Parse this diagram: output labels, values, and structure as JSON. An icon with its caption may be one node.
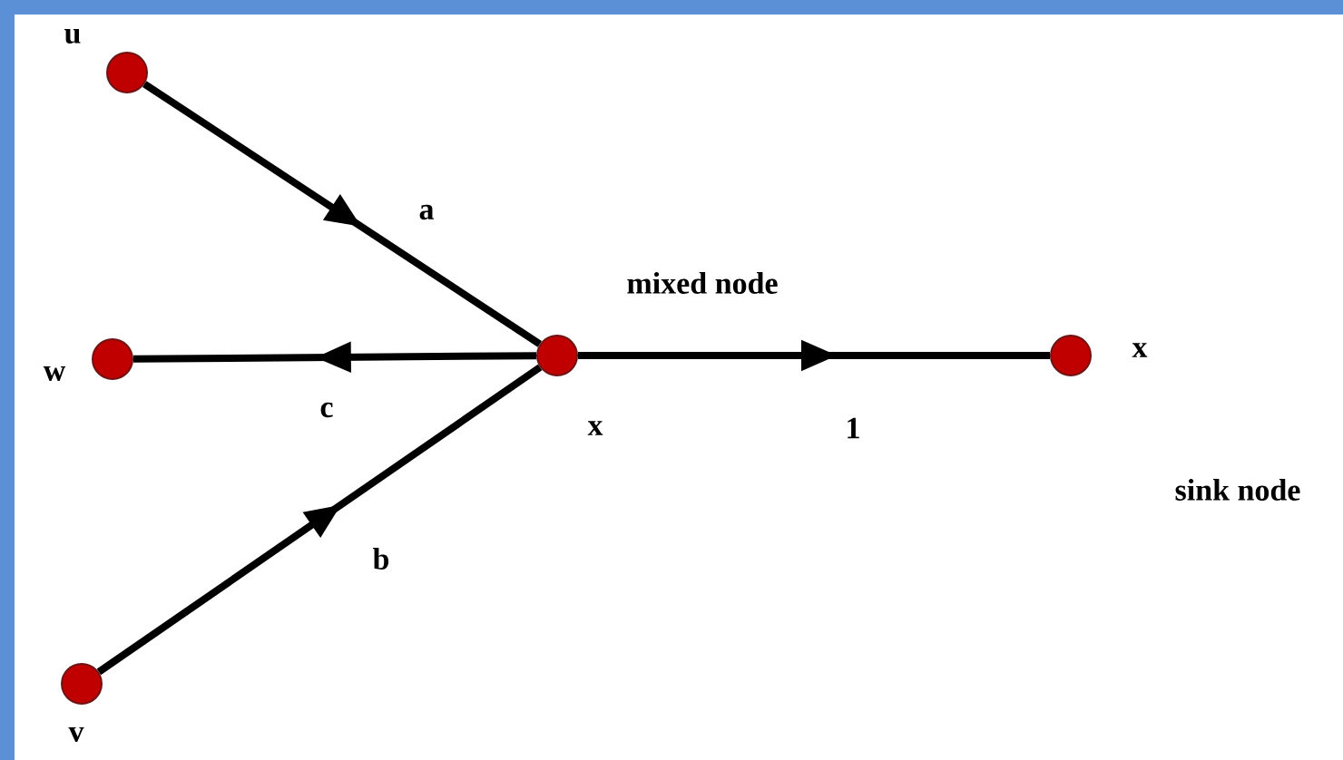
{
  "diagram": {
    "nodes": [
      {
        "text": [],
        "shape": "circle",
        "beside": [
          "u"
        ]
      },
      {
        "text": [],
        "shape": "circle",
        "beside": [
          "w"
        ]
      },
      {
        "text": [],
        "shape": "circle",
        "beside": [
          "mixed node",
          "x"
        ]
      },
      {
        "text": [],
        "shape": "circle",
        "beside": [
          "x"
        ]
      },
      {
        "text": [],
        "shape": "circle",
        "beside": [
          "v"
        ]
      }
    ],
    "edges": [
      {
        "from": 0,
        "to": 2,
        "arrow": "to",
        "label": "a"
      },
      {
        "from": 2,
        "to": 1,
        "arrow": "to",
        "label": "c"
      },
      {
        "from": 4,
        "to": 2,
        "arrow": "to",
        "label": "b"
      },
      {
        "from": 2,
        "to": 3,
        "arrow": "to",
        "label": "1"
      }
    ],
    "labels": [
      "sink node"
    ]
  }
}
